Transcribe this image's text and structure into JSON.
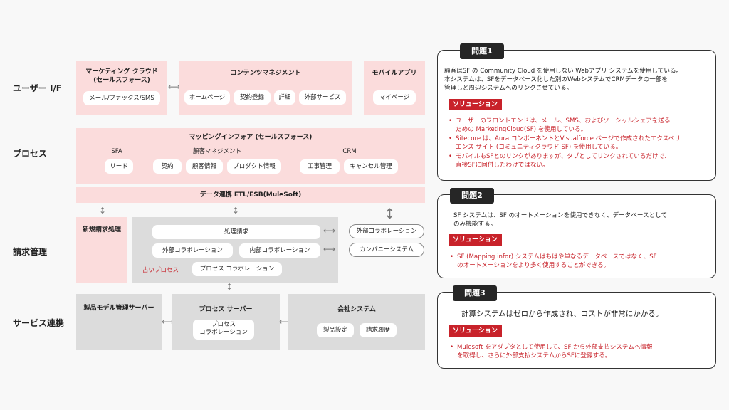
{
  "rows": {
    "user_if": "ユーザー I/F",
    "process": "プロセス",
    "billing": "請求管理",
    "service": "サービス連携"
  },
  "user_if": {
    "marketing": {
      "title1": "マーケティング クラウド",
      "title2": "(セールスフォース)",
      "items": [
        "メール/ファックス/SMS"
      ]
    },
    "content": {
      "title": "コンテンツマネジメント",
      "items": [
        "ホームページ",
        "契約登録",
        "詳細",
        "外部サービス"
      ]
    },
    "mobile": {
      "title": "モバイルアプリ",
      "items": [
        "マイページ"
      ]
    }
  },
  "process": {
    "title": "マッピングインフォア (セールスフォース)",
    "sfa": {
      "label": "SFA",
      "items": [
        "リード"
      ]
    },
    "customer": {
      "label": "顧客マネジメント",
      "items": [
        "契約",
        "顧客情報",
        "プロダクト情報"
      ]
    },
    "crm": {
      "label": "CRM",
      "items": [
        "工事管理",
        "キャンセル管理"
      ]
    },
    "etl": "データ連携 ETL/ESB(MuleSoft)"
  },
  "billing": {
    "new_billing": "新規請求処理",
    "process_billing": "処理請求",
    "external_collab": "外部コラボレーション",
    "internal_collab": "内部コラボレーション",
    "old_process": "古いプロセス",
    "process_collab": "プロセス コラボレーション",
    "ext_external_collab": "外部コラボレーション",
    "company_system": "カンパニーシステム"
  },
  "service": {
    "product_model": "製品モデル管理サーバー",
    "process_server": {
      "title": "プロセス サーバー",
      "item1": "プロセス",
      "item2": "コラボレーション"
    },
    "company_system": {
      "title": "会社システム",
      "items": [
        "製品設定",
        "請求履歴"
      ]
    }
  },
  "panels": [
    {
      "tag": "問題1",
      "text": [
        "顧客はSF の Community Cloud を使用しない Webアプリ システムを使用している。",
        "本システムは、SFをデータベース化した別のWebシステムでCRMデータの一部を",
        "管理しと周辺システムへのリンクさせている。"
      ],
      "solution_label": "ソリューション",
      "solutions": [
        [
          "ユーザーのフロントエンドは、メール、SMS、およびソーシャルシェアを送る",
          "ための MarketingCloud(SF) を使用している。"
        ],
        [
          "Sitecore は、Aura コンポーネントとVisualforce ページで作成されたエクスペリ",
          "エンス サイト (コミュニティクラウド SF) を使用している。"
        ],
        [
          "モバイルもSFとのリンクがありますが、タブとしてリンクされているだけで、",
          "直接SFに回付したわけではない。"
        ]
      ]
    },
    {
      "tag": "問題2",
      "text": [
        "SF システムは、SF のオートメーションを使用できなく、データベースとして",
        "のみ機能する。"
      ],
      "solution_label": "ソリューション",
      "solutions": [
        [
          "SF (Mapping infor) システムはもはや単なるデータベースではなく、SF",
          "のオートメーションをより多く使用することができる。"
        ]
      ]
    },
    {
      "tag": "問題3",
      "text": [
        "計算システムはゼロから作成され、コストが非常にかかる。"
      ],
      "solution_label": "ソリューション",
      "solutions": [
        [
          "Mulesoft をアダプタとして使用して、SF から外部支払システムへ情報",
          "を取得し、さらに外部支払システムからSFに登録する。"
        ]
      ]
    }
  ],
  "colors": {
    "pink": "#fbdcdc",
    "gray": "#dcdcdc",
    "accent": "#c8222a",
    "tag": "#262626"
  }
}
